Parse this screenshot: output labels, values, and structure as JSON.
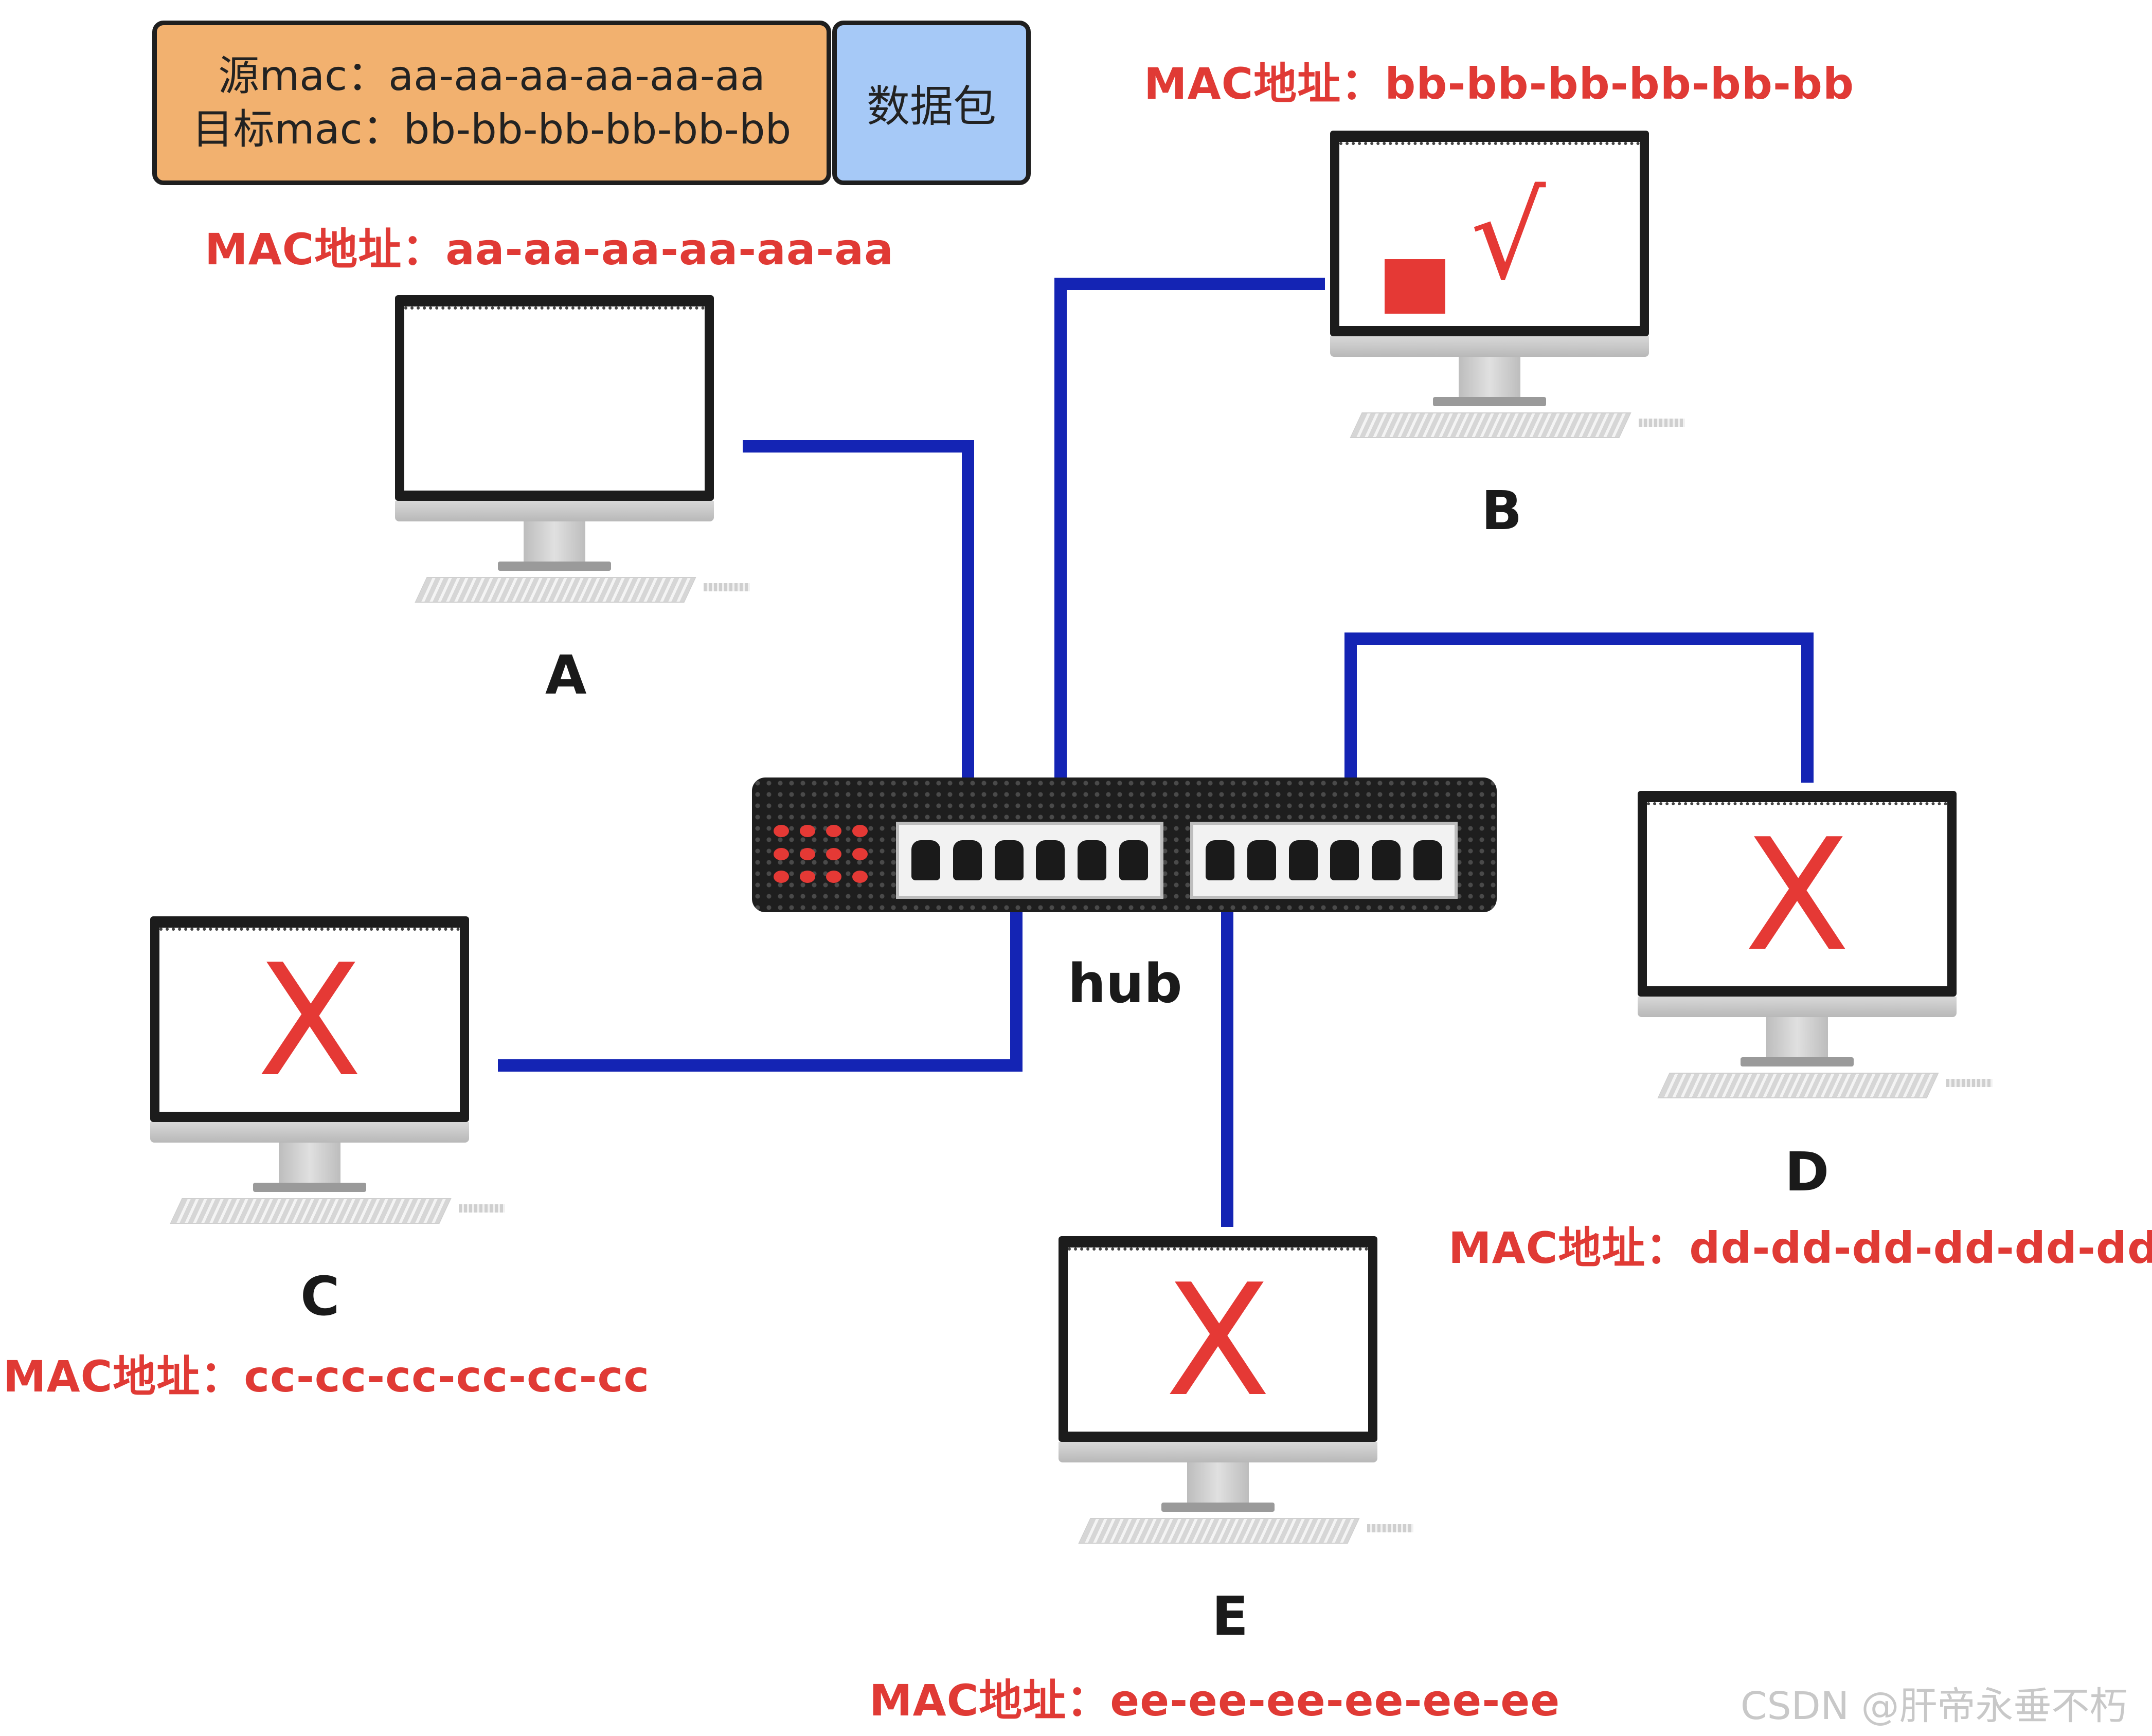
{
  "packet": {
    "src_line": "源mac：aa-aa-aa-aa-aa-aa",
    "dst_line": "目标mac：bb-bb-bb-bb-bb-bb",
    "payload_label": "数据包"
  },
  "hub": {
    "label": "hub"
  },
  "hosts": {
    "a": {
      "name": "A",
      "mac": "MAC地址：aa-aa-aa-aa-aa-aa",
      "result": ""
    },
    "b": {
      "name": "B",
      "mac": "MAC地址：bb-bb-bb-bb-bb-bb",
      "result": "√"
    },
    "c": {
      "name": "C",
      "mac": "MAC地址：cc-cc-cc-cc-cc-cc",
      "result": "X"
    },
    "d": {
      "name": "D",
      "mac": "MAC地址：dd-dd-dd-dd-dd-dd",
      "result": "X"
    },
    "e": {
      "name": "E",
      "mac": "MAC地址：ee-ee-ee-ee-ee-ee",
      "result": "X"
    }
  },
  "colors": {
    "cable": "#1424b4",
    "mark": "#e53935",
    "mac_text": "#e03a35",
    "header_fill": "#f2b16f",
    "payload_fill": "#a6c9f7"
  },
  "watermark": "CSDN @肝帝永垂不朽"
}
